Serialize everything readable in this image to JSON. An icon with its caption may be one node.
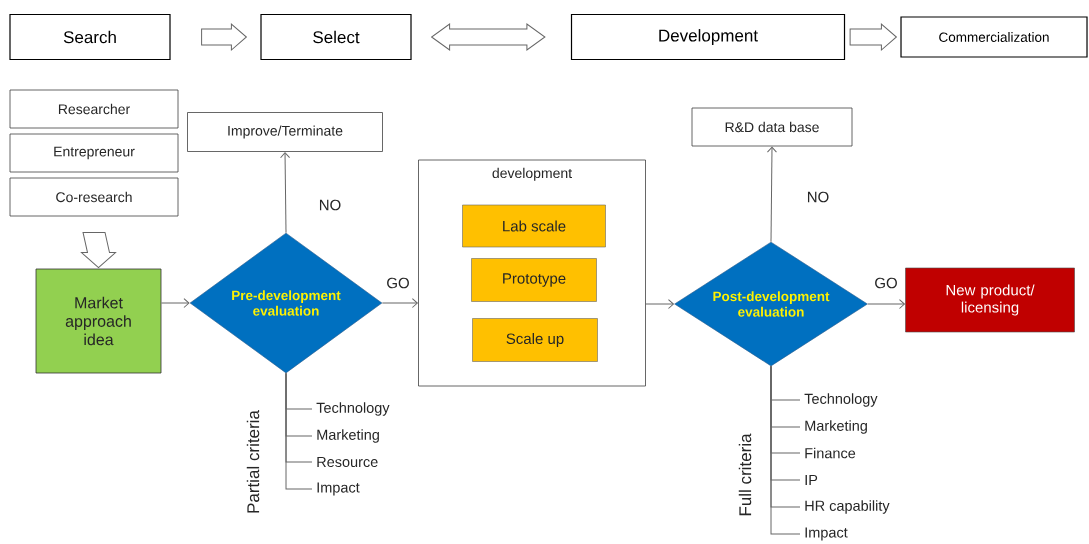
{
  "diagram": {
    "nodes": [
      {
        "text": [
          "Search"
        ]
      },
      {
        "text": [
          "Select"
        ]
      },
      {
        "text": [
          "Development"
        ]
      },
      {
        "text": [
          "Commercialization"
        ]
      },
      {
        "text": [
          "Researcher"
        ]
      },
      {
        "text": [
          "Entrepreneur"
        ]
      },
      {
        "text": [
          "Co-research"
        ]
      },
      {
        "text": [
          "Market approach idea"
        ]
      },
      {
        "text": [
          "Pre-development evaluation"
        ]
      },
      {
        "text": [
          "Improve/Terminate"
        ]
      },
      {
        "text": [
          "development"
        ]
      },
      {
        "text": [
          "Lab scale"
        ],
        "in": 10
      },
      {
        "text": [
          "Prototype"
        ],
        "in": 10
      },
      {
        "text": [
          "Scale up"
        ],
        "in": 10
      },
      {
        "text": [
          "Post-development evaluation"
        ]
      },
      {
        "text": [
          "R&D data base"
        ]
      },
      {
        "text": [
          "New product/ licensing"
        ]
      },
      {
        "text": [
          "Technology"
        ]
      },
      {
        "text": [
          "Marketing"
        ]
      },
      {
        "text": [
          "Resource"
        ]
      },
      {
        "text": [
          "Impact"
        ]
      },
      {
        "text": [
          "Technology"
        ]
      },
      {
        "text": [
          "Marketing"
        ]
      },
      {
        "text": [
          "Finance"
        ]
      },
      {
        "text": [
          "IP"
        ]
      },
      {
        "text": [
          "HR capability"
        ]
      },
      {
        "text": [
          "Impact"
        ]
      }
    ],
    "edges": [
      {
        "from": 0,
        "to": 1,
        "arrow": "to"
      },
      {
        "from": 1,
        "to": 2,
        "arrow": "both"
      },
      {
        "from": 2,
        "to": 3,
        "arrow": "to"
      },
      {
        "from": 6,
        "to": 7,
        "arrow": "to"
      },
      {
        "from": 7,
        "to": 8,
        "arrow": "to"
      },
      {
        "from": 8,
        "to": 9,
        "arrow": "to",
        "label": "NO"
      },
      {
        "from": 8,
        "to": 10,
        "arrow": "to",
        "label": "GO"
      },
      {
        "from": 10,
        "to": 14,
        "arrow": "to"
      },
      {
        "from": 14,
        "to": 15,
        "arrow": "to",
        "label": "NO"
      },
      {
        "from": 14,
        "to": 16,
        "arrow": "to",
        "label": "GO"
      },
      {
        "from": 8,
        "to": 17,
        "arrow": "none"
      },
      {
        "from": 8,
        "to": 18,
        "arrow": "none"
      },
      {
        "from": 8,
        "to": 19,
        "arrow": "none"
      },
      {
        "from": 8,
        "to": 20,
        "arrow": "none"
      },
      {
        "from": 14,
        "to": 21,
        "arrow": "none"
      },
      {
        "from": 14,
        "to": 22,
        "arrow": "none"
      },
      {
        "from": 14,
        "to": 23,
        "arrow": "none"
      },
      {
        "from": 14,
        "to": 24,
        "arrow": "none"
      },
      {
        "from": 14,
        "to": 25,
        "arrow": "none"
      },
      {
        "from": 14,
        "to": 26,
        "arrow": "none"
      }
    ],
    "labels": [
      "Partial criteria",
      "Full criteria"
    ]
  }
}
